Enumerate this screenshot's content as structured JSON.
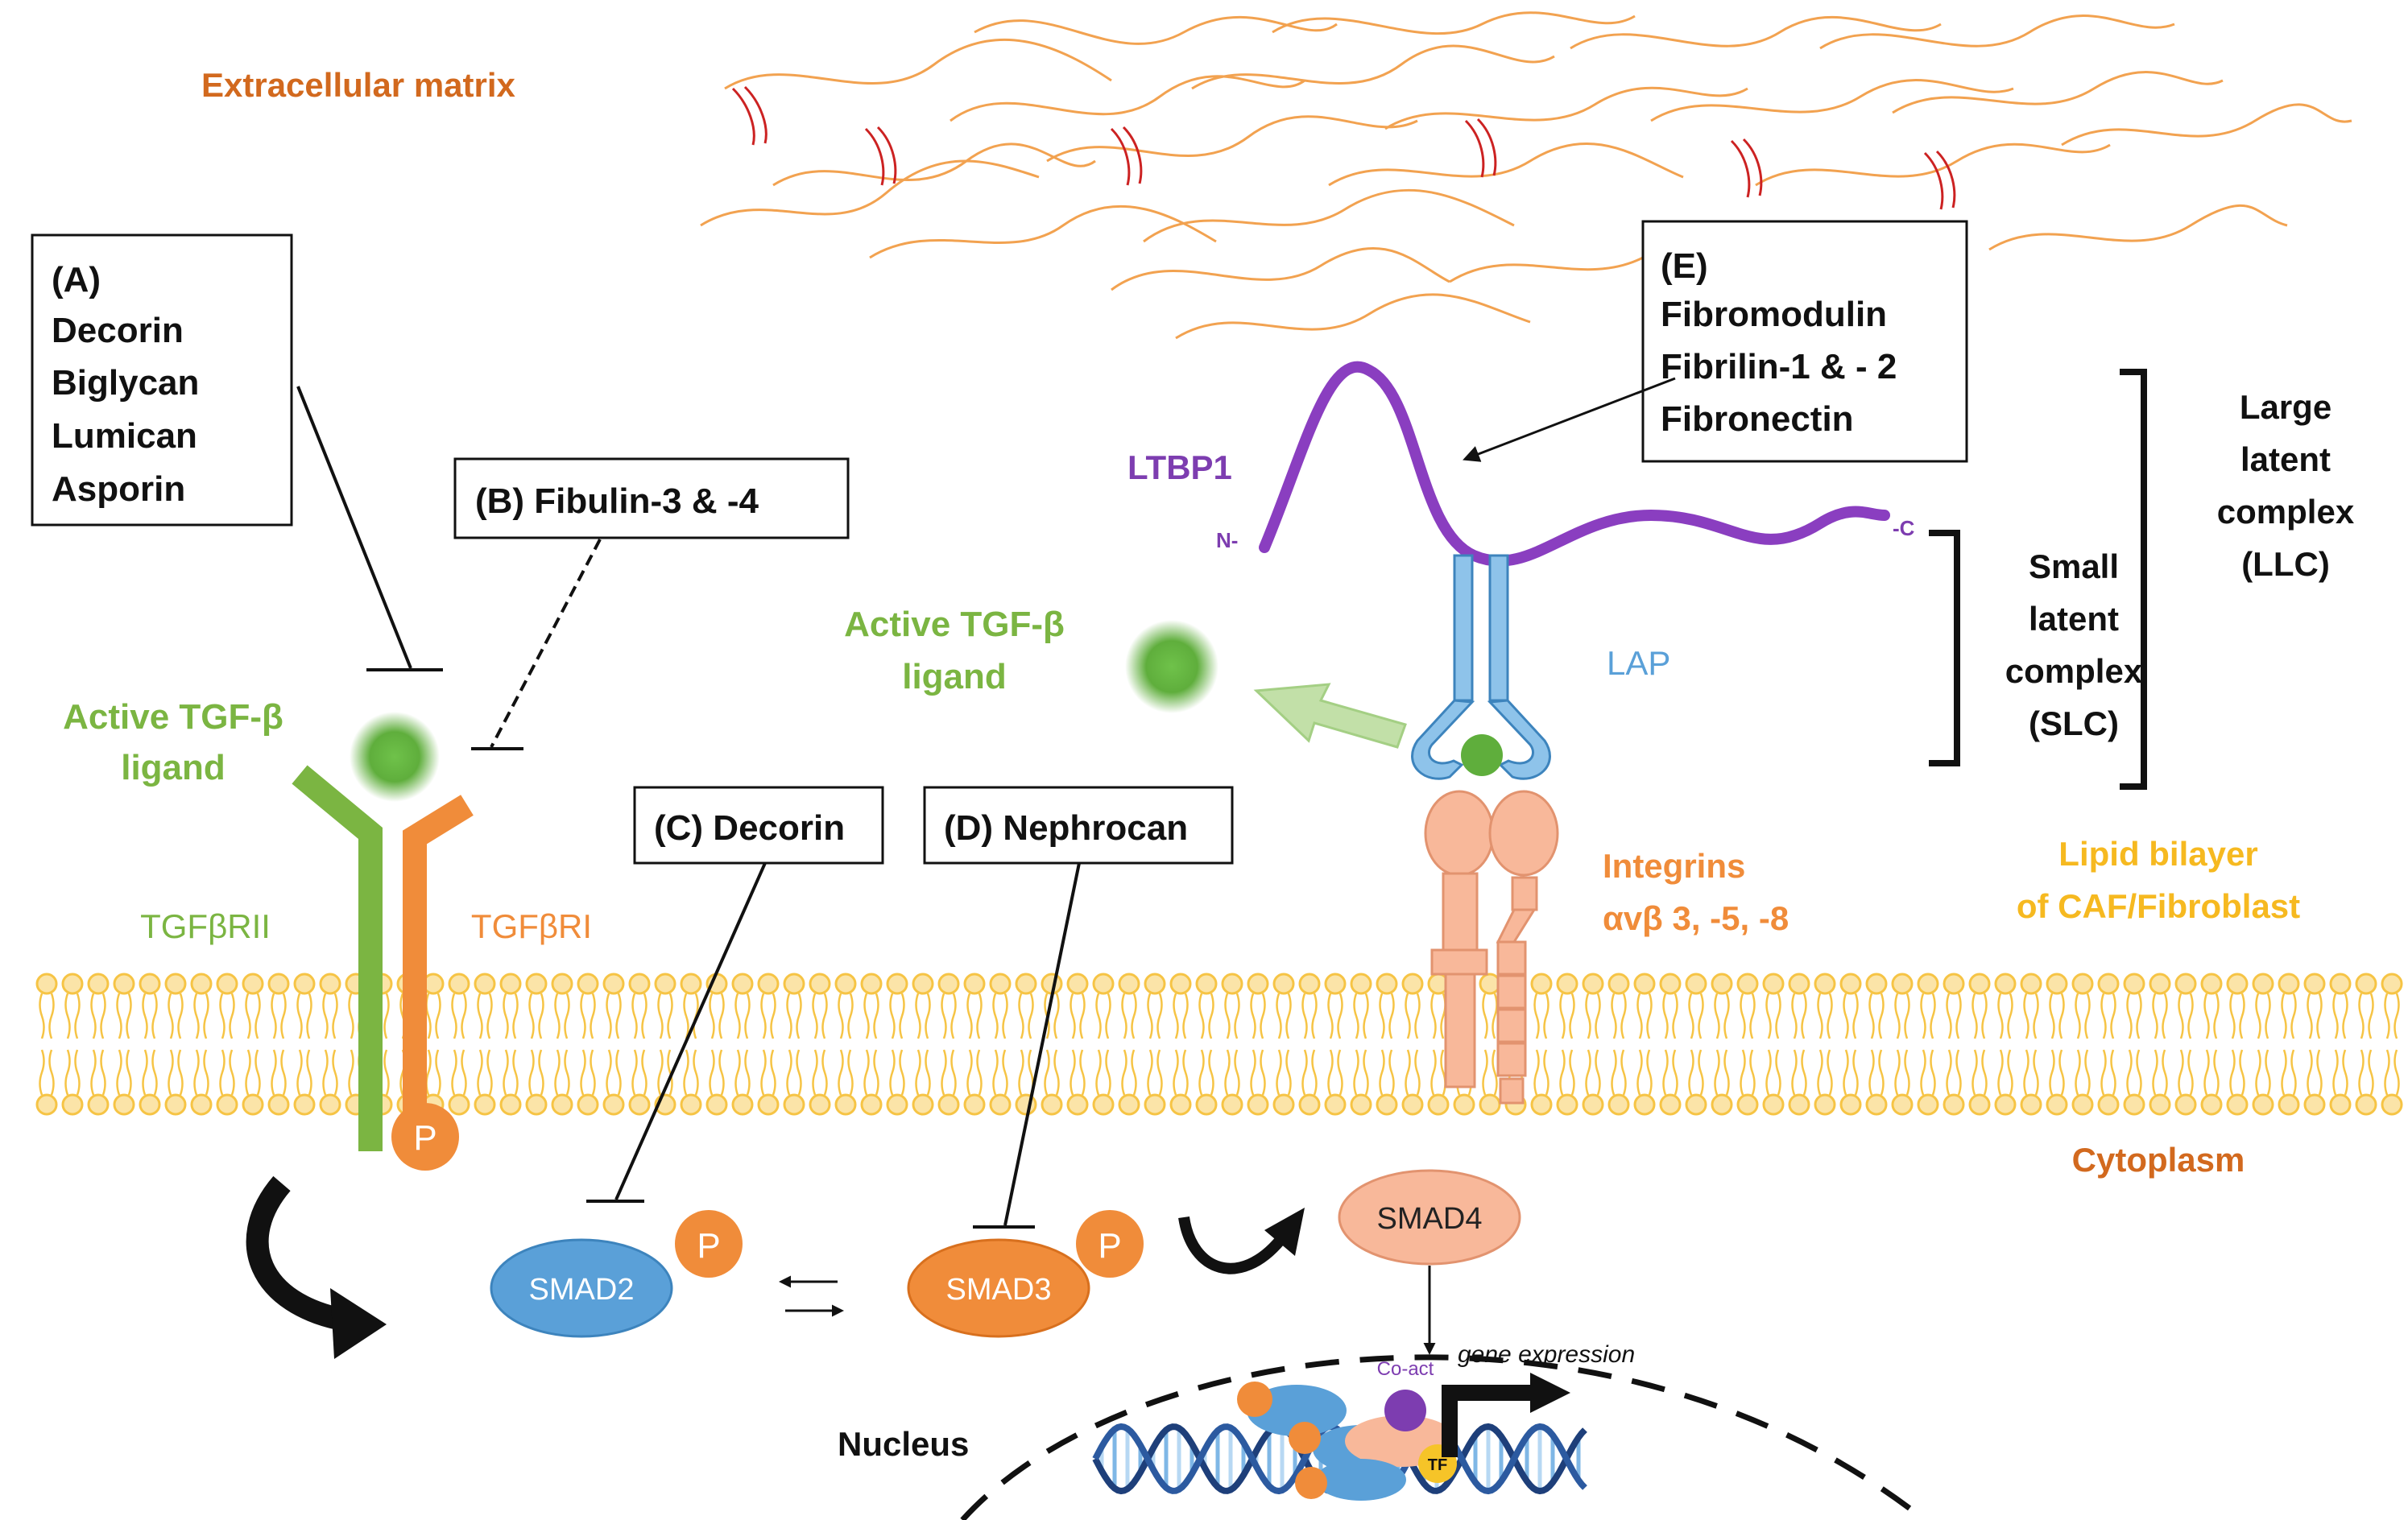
{
  "colors": {
    "ecm_text": "#d2691e",
    "green": "#7bb542",
    "orange": "#f08c3a",
    "purple": "#7d3db0",
    "blue": "#5aa0d8",
    "light_blue": "#8ec3ea",
    "salmon": "#f8b89a",
    "membrane": "#f6c445",
    "membrane_fill": "#fbe4a8",
    "black": "#111111",
    "fiber": "#f2a250",
    "crosslink": "#cc2222"
  },
  "labels": {
    "extracellular_matrix": "Extracellular matrix",
    "cytoplasm": "Cytoplasm",
    "nucleus": "Nucleus",
    "lipid_bilayer_line1": "Lipid bilayer",
    "lipid_bilayer_line2": "of CAF/Fibroblast",
    "active_tgf_left_line1": "Active TGF-β",
    "active_tgf_left_line2": "ligand",
    "active_tgf_mid_line1": "Active TGF-β",
    "active_tgf_mid_line2": "ligand",
    "tgfbr2": "TGFβRII",
    "tgfbr1": "TGFβRI",
    "phospho": "P",
    "smad2": "SMAD2",
    "smad3": "SMAD3",
    "smad4": "SMAD4",
    "ltbp1": "LTBP1",
    "n_term": "N-",
    "c_term": "-C",
    "lap": "LAP",
    "integrins_line1": "Integrins",
    "integrins_line2": "αvβ 3, -5, -8",
    "slc": [
      "Small",
      "latent",
      "complex",
      "(SLC)"
    ],
    "llc": [
      "Large",
      "latent",
      "complex",
      "(LLC)"
    ],
    "co_act": "Co-act",
    "tf": "TF",
    "gene_expression": "gene expression"
  },
  "boxes": {
    "A": [
      "(A)",
      "Decorin",
      "Biglycan",
      "Lumican",
      "Asporin"
    ],
    "B": "(B) Fibulin-3 & -4",
    "C": "(C) Decorin",
    "D": "(D) Nephrocan",
    "E": [
      "(E)",
      "Fibromodulin",
      "Fibrilin-1 & - 2",
      "Fibronectin"
    ]
  },
  "icons": {
    "inhibition": "t-bar-inhibitor",
    "activation_arrow": "curved-arrow-icon",
    "equilibrium": "reversible-arrows-icon",
    "dna": "dna-helix-icon"
  }
}
